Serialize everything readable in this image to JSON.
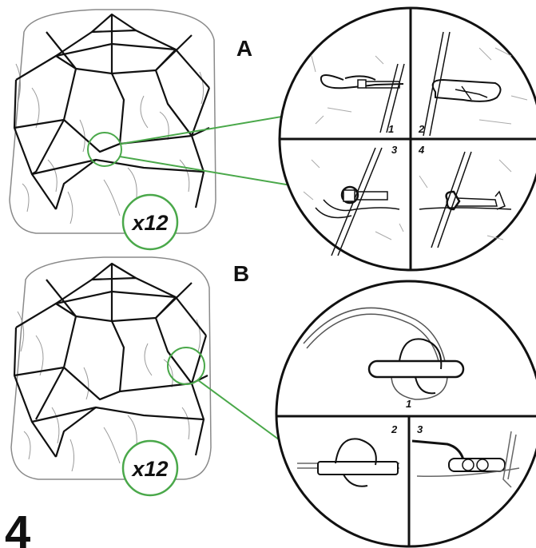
{
  "step_number": "4",
  "section_a": {
    "label": "A",
    "multiplier": "x12",
    "substeps": [
      "1",
      "2",
      "3",
      "4"
    ]
  },
  "section_b": {
    "label": "B",
    "multiplier": "x12",
    "substeps": [
      "1",
      "2",
      "3"
    ]
  },
  "colors": {
    "callout": "#4aa84a",
    "line": "#111111",
    "fabric": "#8a8a8a"
  }
}
